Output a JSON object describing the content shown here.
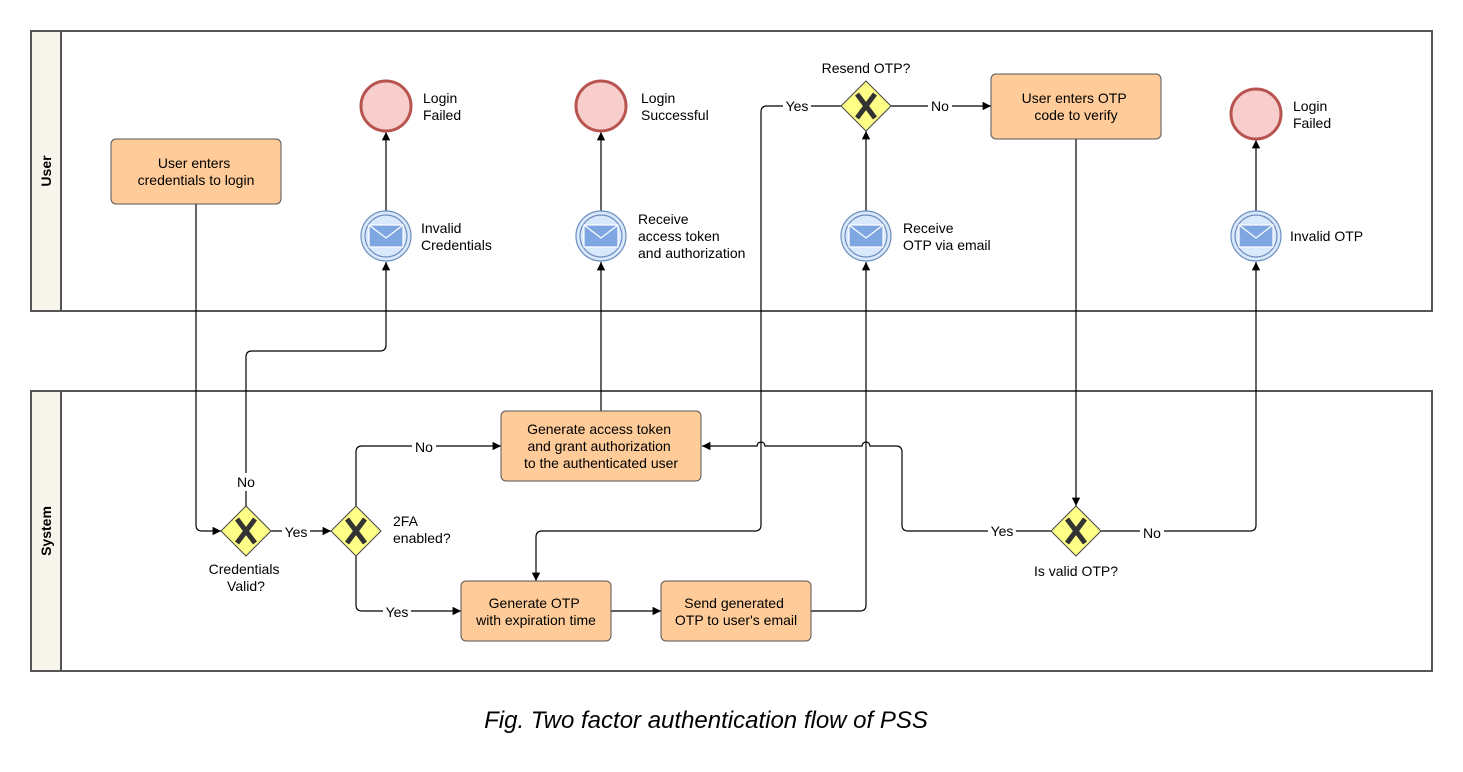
{
  "lanes": {
    "user": "User",
    "system": "System"
  },
  "tasks": {
    "user_enters_credentials": [
      "User enters",
      "credentials to login"
    ],
    "user_enters_otp": [
      "User enters OTP",
      "code to verify"
    ],
    "generate_access_token": [
      "Generate access token",
      "and grant authorization",
      "to the authenticated user"
    ],
    "generate_otp": [
      "Generate OTP",
      "with expiration time"
    ],
    "send_otp": [
      "Send generated",
      "OTP to user's email"
    ]
  },
  "events": {
    "login_failed_1": [
      "Login",
      "Failed"
    ],
    "login_successful": [
      "Login",
      "Successful"
    ],
    "login_failed_2": [
      "Login",
      "Failed"
    ],
    "invalid_credentials": [
      "Invalid",
      "Credentials"
    ],
    "receive_access_token": [
      "Receive",
      "access token",
      "and authorization"
    ],
    "receive_otp": [
      "Receive",
      "OTP via email"
    ],
    "invalid_otp": [
      "Invalid OTP"
    ]
  },
  "gateways": {
    "credentials_valid": [
      "Credentials",
      "Valid?"
    ],
    "twofa_enabled": [
      "2FA",
      "enabled?"
    ],
    "resend_otp": [
      "Resend OTP?"
    ],
    "is_valid_otp": [
      "Is valid OTP?"
    ]
  },
  "edge_labels": {
    "cred_no": "No",
    "cred_yes": "Yes",
    "twofa_no": "No",
    "twofa_yes": "Yes",
    "resend_yes": "Yes",
    "resend_no": "No",
    "valid_yes": "Yes",
    "valid_no": "No"
  },
  "caption": "Fig. Two factor authentication flow of PSS",
  "colors": {
    "task_fill": "#ffcc99",
    "gateway_fill": "#ffff88",
    "end_event_fill": "#f8cecc",
    "end_event_stroke": "#b85450",
    "message_fill": "#dae8fc",
    "message_stroke": "#6c8ebf",
    "lane_header_fill": "#f8f5ec"
  },
  "icons": {
    "message_event": "envelope-icon",
    "gateway": "x-icon",
    "end_event": "circle-icon"
  }
}
